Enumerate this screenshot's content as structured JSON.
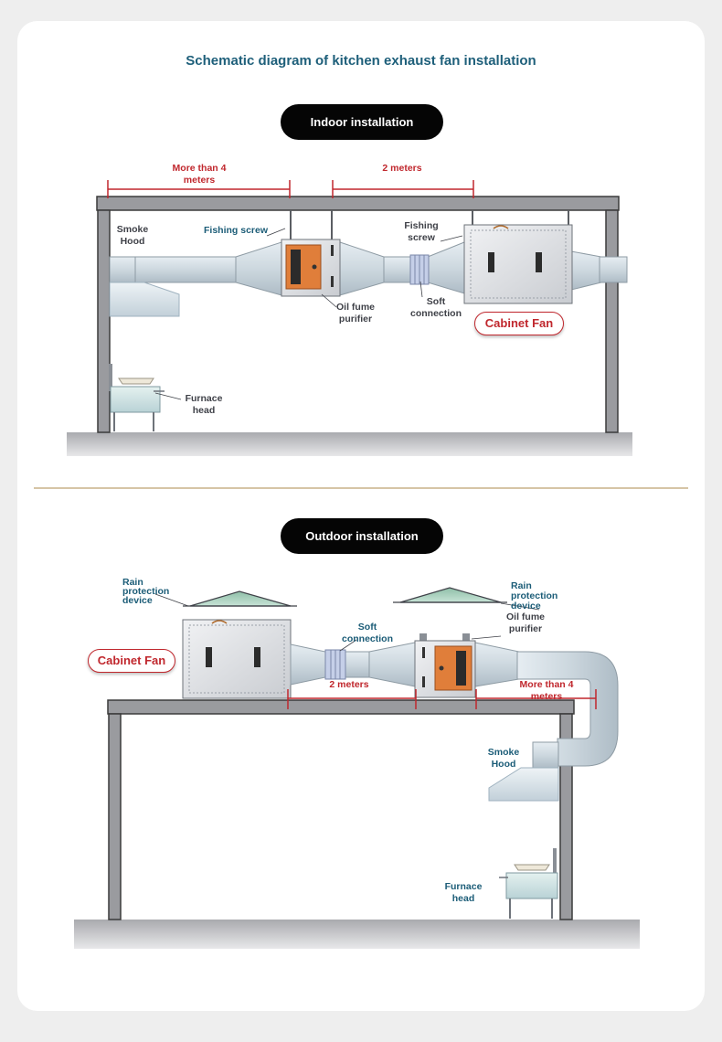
{
  "title": "Schematic diagram of kitchen exhaust fan installation",
  "indoor": {
    "header": "Indoor installation",
    "dim_left": "More than 4 meters",
    "dim_right": "2 meters",
    "smoke_hood": "Smoke Hood",
    "fishing_screw_left": "Fishing screw",
    "fishing_screw_right": "Fishing screw",
    "oil_fume_purifier": "Oil fume purifier",
    "soft_connection": "Soft connection",
    "cabinet_fan": "Cabinet Fan",
    "furnace_head": "Furnace head"
  },
  "outdoor": {
    "header": "Outdoor installation",
    "rain_left": "Rain protection device",
    "rain_right": "Rain protection device",
    "oil_fume_purifier": "Oil fume purifier",
    "soft_connection": "Soft connection",
    "cabinet_fan": "Cabinet Fan",
    "dim_left": "2 meters",
    "dim_right": "More than 4 meters",
    "smoke_hood": "Smoke Hood",
    "furnace_head": "Furnace head"
  },
  "colors": {
    "title": "#1e5f7a",
    "label_blue": "#1b5c77",
    "dimension_red": "#c0272d",
    "structure": "#9a9b9f",
    "duct": "#cfd9e0",
    "purifier_accent": "#e07e3a",
    "divider": "#d6c5a6"
  }
}
